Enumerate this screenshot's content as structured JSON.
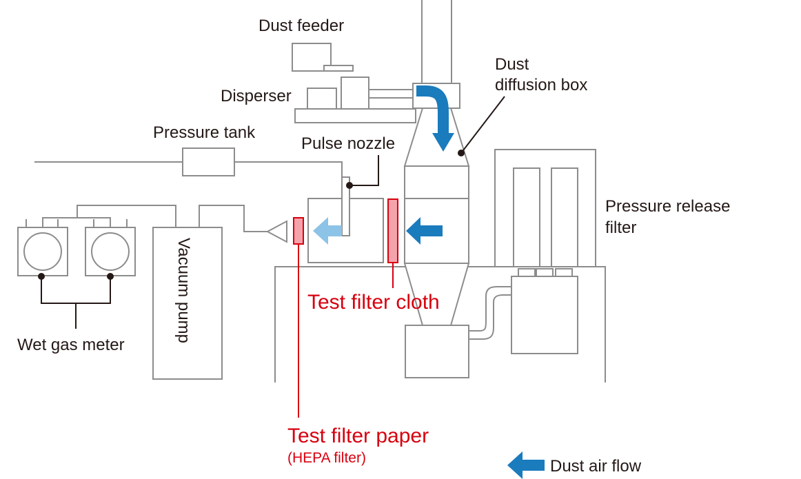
{
  "labels": {
    "dust_feeder": "Dust feeder",
    "disperser": "Disperser",
    "dust_diffusion_box_line1": "Dust",
    "dust_diffusion_box_line2": "diffusion box",
    "pressure_tank": "Pressure tank",
    "pulse_nozzle": "Pulse nozzle",
    "pressure_release_filter_line1": "Pressure release",
    "pressure_release_filter_line2": "filter",
    "vacuum_pump": "Vacuum pump",
    "wet_gas_meter": "Wet gas meter",
    "test_filter_cloth": "Test filter cloth",
    "test_filter_paper": "Test filter paper",
    "hepa_filter": "(HEPA filter)",
    "legend_dust_air_flow": "Dust air flow"
  },
  "colors": {
    "equipment_line": "#8c8c8c",
    "leader_line": "#231815",
    "filter_red": "#d7000f",
    "filter_fill": "#f5a3ab",
    "flow_arrow": "#1a7bbd",
    "flow_arrow_light": "#8cc3e6"
  },
  "icons": {
    "flow_arrow": "arrow-left-icon",
    "down_arrow": "curved-arrow-down-icon"
  }
}
